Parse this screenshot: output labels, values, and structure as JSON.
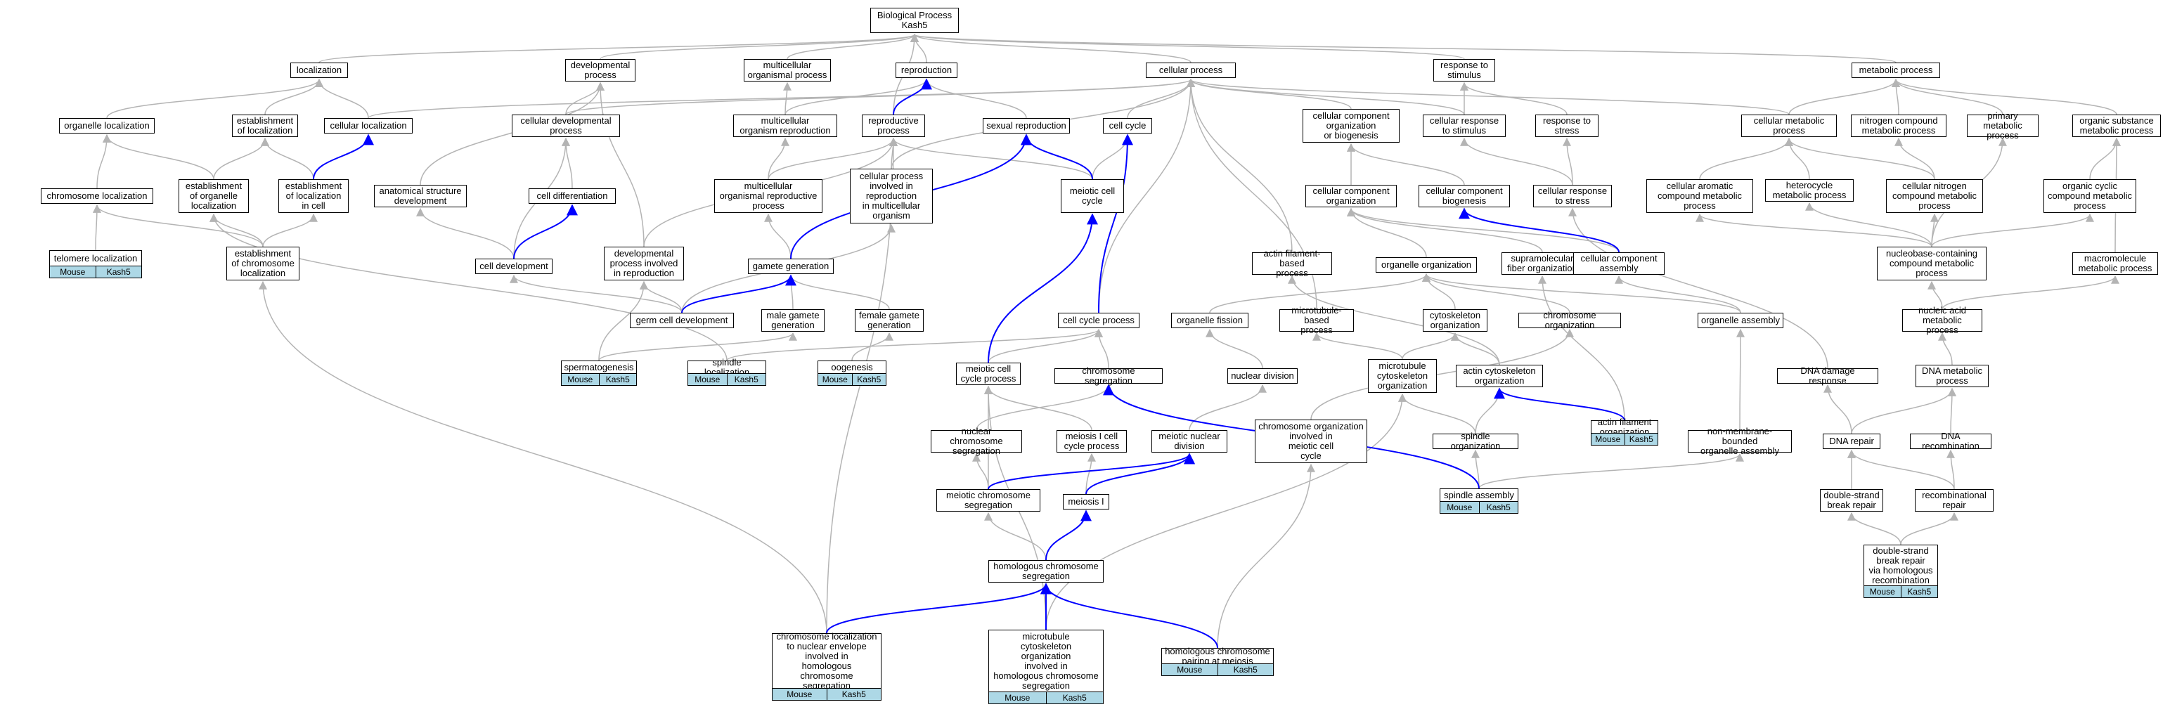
{
  "nodes": {
    "bp": "Biological Process\nKash5",
    "loc": "localization",
    "dev": "developmental\nprocess",
    "mop": "multicellular\norganismal process",
    "repro": "reproduction",
    "cp": "cellular process",
    "rts": "response to\nstimulus",
    "mp": "metabolic process",
    "orgloc": "organelle localization",
    "estloc": "establishment\nof localization",
    "cellloc": "cellular localization",
    "cdp": "cellular developmental\nprocess",
    "mor": "multicellular\norganism reproduction",
    "rp": "reproductive\nprocess",
    "sexrep": "sexual reproduction",
    "cc": "cell cycle",
    "ccob": "cellular component\norganization\nor biogenesis",
    "crts": "cellular response\nto stimulus",
    "rtstress": "response to\nstress",
    "cmp": "cellular metabolic\nprocess",
    "ncmp": "nitrogen compound\nmetabolic process",
    "pmp": "primary metabolic\nprocess",
    "osmp": "organic substance\nmetabolic process",
    "chrloc": "chromosome localization",
    "estorgloc": "establishment\nof organelle\nlocalization",
    "estlocincell": "establishment\nof localization\nin cell",
    "asd": "anatomical structure\ndevelopment",
    "celldiff": "cell differentiation",
    "morp": "multicellular\norganismal reproductive\nprocess",
    "cpirmo": "cellular process\ninvolved in\nreproduction\nin multicellular\norganism",
    "mcc": "meiotic cell\ncycle",
    "cco": "cellular component\norganization",
    "ccbio": "cellular component\nbiogenesis",
    "crtstress": "cellular response\nto stress",
    "cacmp": "cellular aromatic\ncompound metabolic\nprocess",
    "hmp": "heterocycle\nmetabolic process",
    "cncmp": "cellular nitrogen\ncompound metabolic\nprocess",
    "occmp": "organic cyclic\ncompound metabolic\nprocess",
    "telloc": "telomere localization",
    "estchrloc": "establishment\nof chromosome\nlocalization",
    "celldev": "cell development",
    "dpir": "developmental\nprocess involved\nin reproduction",
    "gamgen": "gamete generation",
    "afbp": "actin filament-based\nprocess",
    "orgorg": "organelle organization",
    "sfo": "supramolecular\nfiber organization",
    "cca": "cellular component\nassembly",
    "ncmpx": "nucleobase-containing\ncompound metabolic\nprocess",
    "mmp": "macromolecule\nmetabolic process",
    "gcd": "germ cell development",
    "mgg": "male gamete\ngeneration",
    "fgg": "female gamete\ngeneration",
    "ccp": "cell cycle process",
    "orgfis": "organelle fission",
    "mbp": "microtubule-based\nprocess",
    "cso": "cytoskeleton\norganization",
    "chrorg": "chromosome organization",
    "orgass": "organelle assembly",
    "namp": "nucleic acid\nmetabolic process",
    "spermato": "spermatogenesis",
    "spinloc": "spindle localization",
    "oogen": "oogenesis",
    "mccp": "meiotic cell\ncycle process",
    "chrseg": "chromosome segregation",
    "nucdiv": "nuclear division",
    "mcso": "microtubule\ncytoskeleton\norganization",
    "aco": "actin cytoskeleton\norganization",
    "ddr": "DNA damage response",
    "dnamp": "DNA metabolic\nprocess",
    "ncs": "nuclear chromosome\nsegregation",
    "micp": "meiosis I cell\ncycle process",
    "mnd": "meiotic nuclear\ndivision",
    "coimcc": "chromosome organization\ninvolved in\nmeiotic cell\ncycle",
    "spinorg": "spindle organization",
    "afo": "actin filament\norganization",
    "nmboa": "non-membrane-bounded\norganelle assembly",
    "dnarep": "DNA repair",
    "dnarec": "DNA recombination",
    "mcs": "meiotic chromosome\nsegregation",
    "meiosis1": "meiosis I",
    "spinass": "spindle assembly",
    "dsbr": "double-strand\nbreak repair",
    "recrep": "recombinational\nrepair",
    "hcs": "homologous chromosome\nsegregation",
    "dsbrhr": "double-strand\nbreak repair\nvia homologous\nrecombination",
    "clne": "chromosome localization\nto nuclear envelope\ninvolved in\nhomologous chromosome\nsegregation",
    "mtco": "microtubule\ncytoskeleton\norganization\ninvolved in\nhomologous chromosome\nsegregation",
    "hcpm": "homologous chromosome\npairing at meiosis"
  },
  "annotation": {
    "species": "Mouse",
    "gene": "Kash5"
  },
  "colors": {
    "highlight_edge": "#0000ff",
    "edge": "#b4b4b4",
    "tag_fill": "#add8e6"
  }
}
